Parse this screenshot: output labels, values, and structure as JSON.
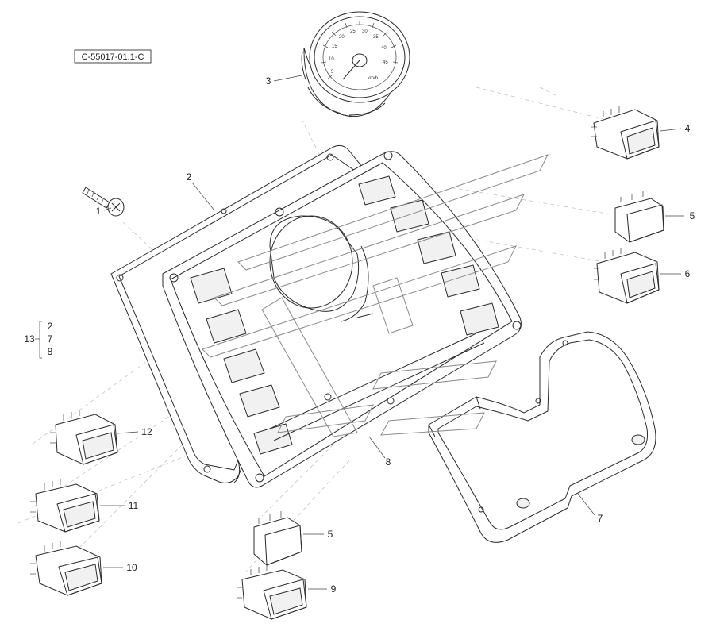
{
  "figure": {
    "reference_code": "C-55017-01.1-C",
    "callouts": [
      {
        "id": "callout-1",
        "text": "1"
      },
      {
        "id": "callout-2",
        "text": "2"
      },
      {
        "id": "callout-3",
        "text": "3"
      },
      {
        "id": "callout-4",
        "text": "4"
      },
      {
        "id": "callout-5-top",
        "text": "5"
      },
      {
        "id": "callout-6",
        "text": "6"
      },
      {
        "id": "callout-7",
        "text": "7"
      },
      {
        "id": "callout-8",
        "text": "8"
      },
      {
        "id": "callout-5-bottom",
        "text": "5"
      },
      {
        "id": "callout-9",
        "text": "9"
      },
      {
        "id": "callout-10",
        "text": "10"
      },
      {
        "id": "callout-11",
        "text": "11"
      },
      {
        "id": "callout-12",
        "text": "12"
      }
    ],
    "kit": {
      "label": "13",
      "items": [
        "2",
        "7",
        "8"
      ]
    },
    "gauge": {
      "scale": [
        "5",
        "10",
        "15",
        "20",
        "25",
        "30",
        "35",
        "40",
        "45"
      ],
      "unit": "km/h"
    }
  }
}
